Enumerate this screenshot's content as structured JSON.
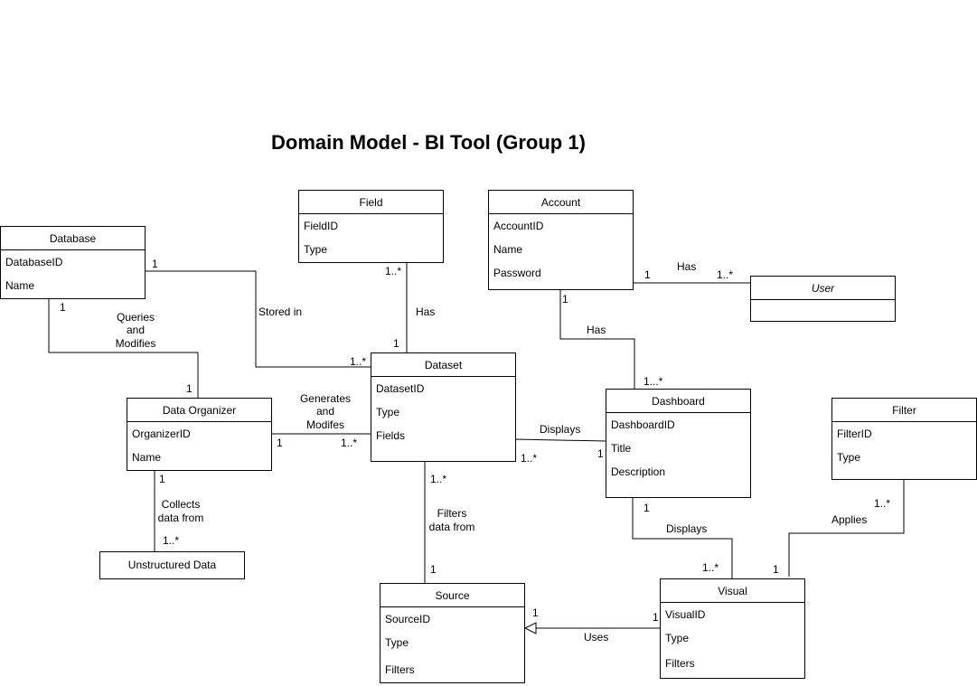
{
  "title": "Domain Model - BI Tool (Group 1)",
  "classes": {
    "field": {
      "name": "Field",
      "attrs": [
        "FieldID",
        "Type"
      ]
    },
    "account": {
      "name": "Account",
      "attrs": [
        "AccountID",
        "Name",
        "Password"
      ]
    },
    "database": {
      "name": "Database",
      "attrs": [
        "DatabaseID",
        "Name"
      ]
    },
    "user": {
      "name": "User",
      "attrs": []
    },
    "dataset": {
      "name": "Dataset",
      "attrs": [
        "DatasetID",
        "Type",
        "Fields"
      ]
    },
    "data_organizer": {
      "name": "Data Organizer",
      "attrs": [
        "OrganizerID",
        "Name"
      ]
    },
    "dashboard": {
      "name": "Dashboard",
      "attrs": [
        "DashboardID",
        "Title",
        "Description"
      ]
    },
    "filter": {
      "name": "Filter",
      "attrs": [
        "FilterID",
        "Type"
      ]
    },
    "unstructured_data": {
      "name": "Unstructured Data",
      "attrs": []
    },
    "source": {
      "name": "Source",
      "attrs": [
        "SourceID",
        "Type",
        "Filters"
      ]
    },
    "visual": {
      "name": "Visual",
      "attrs": [
        "VisualID",
        "Type",
        "Filters"
      ]
    }
  },
  "relations": {
    "db_dataset": {
      "label": "Stored in",
      "m1": "1",
      "m2": "1..*"
    },
    "field_dataset": {
      "label": "Has",
      "m1": "1..*",
      "m2": "1"
    },
    "account_user": {
      "label": "Has",
      "m1": "1",
      "m2": "1..*"
    },
    "account_dashboard": {
      "label": "Has",
      "m1": "1",
      "m2": "1...*"
    },
    "db_organizer": {
      "label_lines": [
        "Queries",
        "and",
        "Modifies"
      ],
      "m1": "1",
      "m2": "1"
    },
    "organizer_dataset": {
      "label_lines": [
        "Generates",
        "and",
        "Modifes"
      ],
      "m1": "1",
      "m2": "1..*"
    },
    "dataset_dashboard": {
      "label": "Displays",
      "m1": "1..*",
      "m2": "1"
    },
    "organizer_unstructured": {
      "label_lines": [
        "Collects",
        "data from"
      ],
      "m1": "1",
      "m2": "1..*"
    },
    "dataset_source": {
      "label_lines": [
        "Filters",
        "data from"
      ],
      "m1": "1..*",
      "m2": "1"
    },
    "dashboard_visual": {
      "label": "Displays",
      "m1": "1",
      "m2": "1..*"
    },
    "filter_visual": {
      "label": "Applies",
      "m1": "1..*",
      "m2": "1"
    },
    "visual_source": {
      "label": "Uses",
      "m1": "1",
      "m2": "1"
    }
  }
}
